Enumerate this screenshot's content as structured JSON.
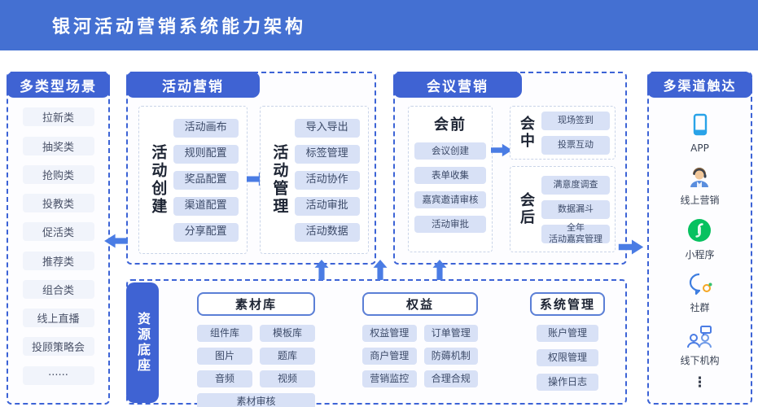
{
  "header": {
    "title": "银河活动营销系统能力架构"
  },
  "colors": {
    "primary": "#4470d2",
    "pill": "#3f63d3",
    "arrow": "#4a7ce4",
    "border": "#3c63d6",
    "chip-bg": "#d8e1f6",
    "chip-text": "#3c4a68",
    "scene-chip-bg": "#f1f4fb",
    "miniprogram-green": "#07c160",
    "app-blue": "#29a3e8",
    "ink": "#1d2433"
  },
  "scenes": {
    "title": "多类型场景",
    "items": [
      "拉新类",
      "抽奖类",
      "抢购类",
      "投教类",
      "促活类",
      "推荐类",
      "组合类",
      "线上直播",
      "投顾策略会",
      "······"
    ]
  },
  "activity": {
    "title": "活动营销",
    "create": {
      "title": "活动创建",
      "items": [
        "活动画布",
        "规则配置",
        "奖品配置",
        "渠道配置",
        "分享配置"
      ]
    },
    "manage": {
      "title": "活动管理",
      "items": [
        "导入导出",
        "标签管理",
        "活动协作",
        "活动审批",
        "活动数据"
      ]
    }
  },
  "meeting": {
    "title": "会议营销",
    "pre": {
      "title": "会前",
      "items": [
        "会议创建",
        "表单收集",
        "嘉宾邀请审核",
        "活动审批"
      ]
    },
    "mid": {
      "title": "会中",
      "items": [
        "现场签到",
        "投票互动"
      ]
    },
    "post": {
      "title": "会后",
      "items": [
        "满意度调查",
        "数据漏斗",
        "全年\n活动嘉宾管理"
      ]
    }
  },
  "resources": {
    "title": "资源底座",
    "groups": [
      {
        "title": "素材库",
        "items": [
          "组件库",
          "模板库",
          "图片",
          "题库",
          "音频",
          "视频"
        ],
        "wide_item": "素材审核"
      },
      {
        "title": "权益",
        "items": [
          "权益管理",
          "订单管理",
          "商户管理",
          "防薅机制",
          "营销监控",
          "合理合规"
        ]
      },
      {
        "title": "系统管理",
        "items": [
          "账户管理",
          "权限管理",
          "操作日志"
        ]
      }
    ]
  },
  "channels": {
    "title": "多渠道触达",
    "items": [
      {
        "icon": "app-phone-icon",
        "label": "APP"
      },
      {
        "icon": "online-marketing-agent-icon",
        "label": "线上营销"
      },
      {
        "icon": "mini-program-icon",
        "label": "小程序"
      },
      {
        "icon": "community-chat-icon",
        "label": "社群"
      },
      {
        "icon": "offline-branch-icon",
        "label": "线下机构"
      },
      {
        "icon": "more-ellipsis-icon",
        "label": "⋮"
      }
    ]
  }
}
